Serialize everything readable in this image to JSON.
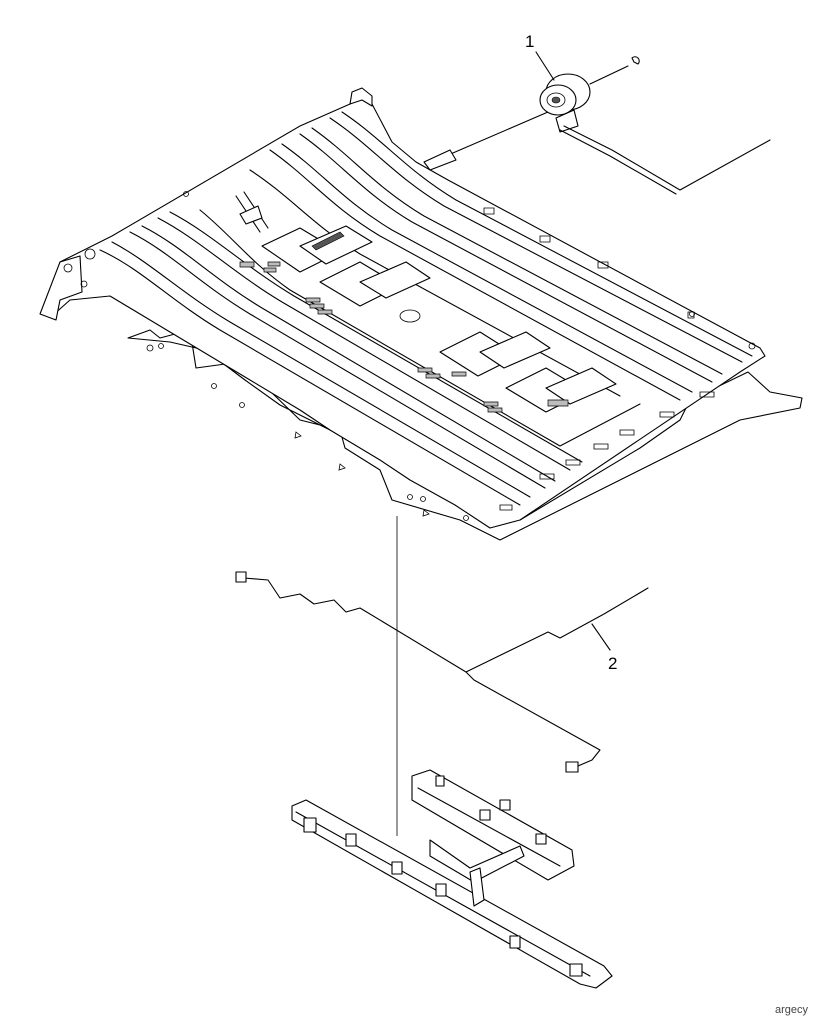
{
  "callouts": {
    "part1": "1",
    "part2": "2"
  },
  "watermark": "argecy",
  "colors": {
    "line": "#000000",
    "background": "#ffffff",
    "shading": "#bdbdbd"
  }
}
